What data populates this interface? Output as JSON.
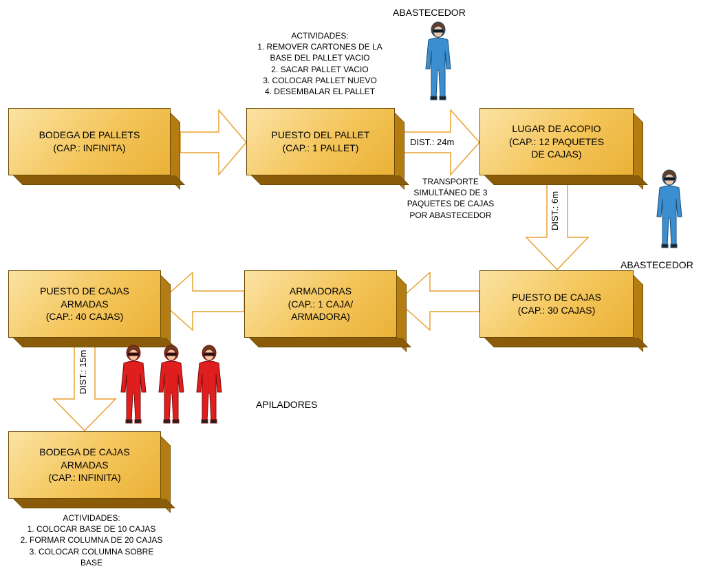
{
  "boxes": {
    "bodega_pallets": "BODEGA DE PALLETS\n(CAP.: INFINITA)",
    "puesto_pallet": "PUESTO DEL PALLET\n(CAP.: 1 PALLET)",
    "lugar_acopio": "LUGAR DE ACOPIO\n(CAP.: 12 PAQUETES\nDE CAJAS)",
    "puesto_cajas_armadas": "PUESTO DE CAJAS\nARMADAS\n(CAP.: 40 CAJAS)",
    "armadoras": "ARMADORAS\n(CAP.: 1 CAJA/\nARMADORA)",
    "puesto_cajas": "PUESTO DE CAJAS\n(CAP.: 30 CAJAS)",
    "bodega_cajas_armadas": "BODEGA DE CAJAS\nARMADAS\n(CAP.: INFINITA)"
  },
  "arrows": {
    "dist_24": "DIST.: 24m",
    "dist_6": "DIST.: 6m",
    "dist_15": "DIST.: 15m"
  },
  "labels": {
    "abastecedor_top": "ABASTECEDOR",
    "abastecedor_right": "ABASTECEDOR",
    "apiladores": "APILADORES"
  },
  "annotations": {
    "actividades_top": "ACTIVIDADES:\n1. REMOVER CARTONES DE LA\nBASE DEL PALLET VACIO\n2. SACAR PALLET VACIO\n3. COLOCAR PALLET NUEVO\n4. DESEMBALAR EL PALLET",
    "transporte": "TRANSPORTE\nSIMULTÁNEO DE 3\nPAQUETES DE CAJAS\nPOR ABASTECEDOR",
    "actividades_bottom": "ACTIVIDADES:\n1. COLOCAR BASE DE 10 CAJAS\n2. FORMAR COLUMNA DE 20 CAJAS\n3. COLOCAR COLUMNA SOBRE\nBASE"
  },
  "colors": {
    "box_fill": "#f4c55a",
    "arrow_fill": "#ffffff",
    "arrow_stroke": "#e8a030",
    "worker_blue": "#3b8fd0",
    "worker_red": "#e01e1e"
  },
  "icons": [
    "worker-blue-icon",
    "worker-red-icon"
  ]
}
